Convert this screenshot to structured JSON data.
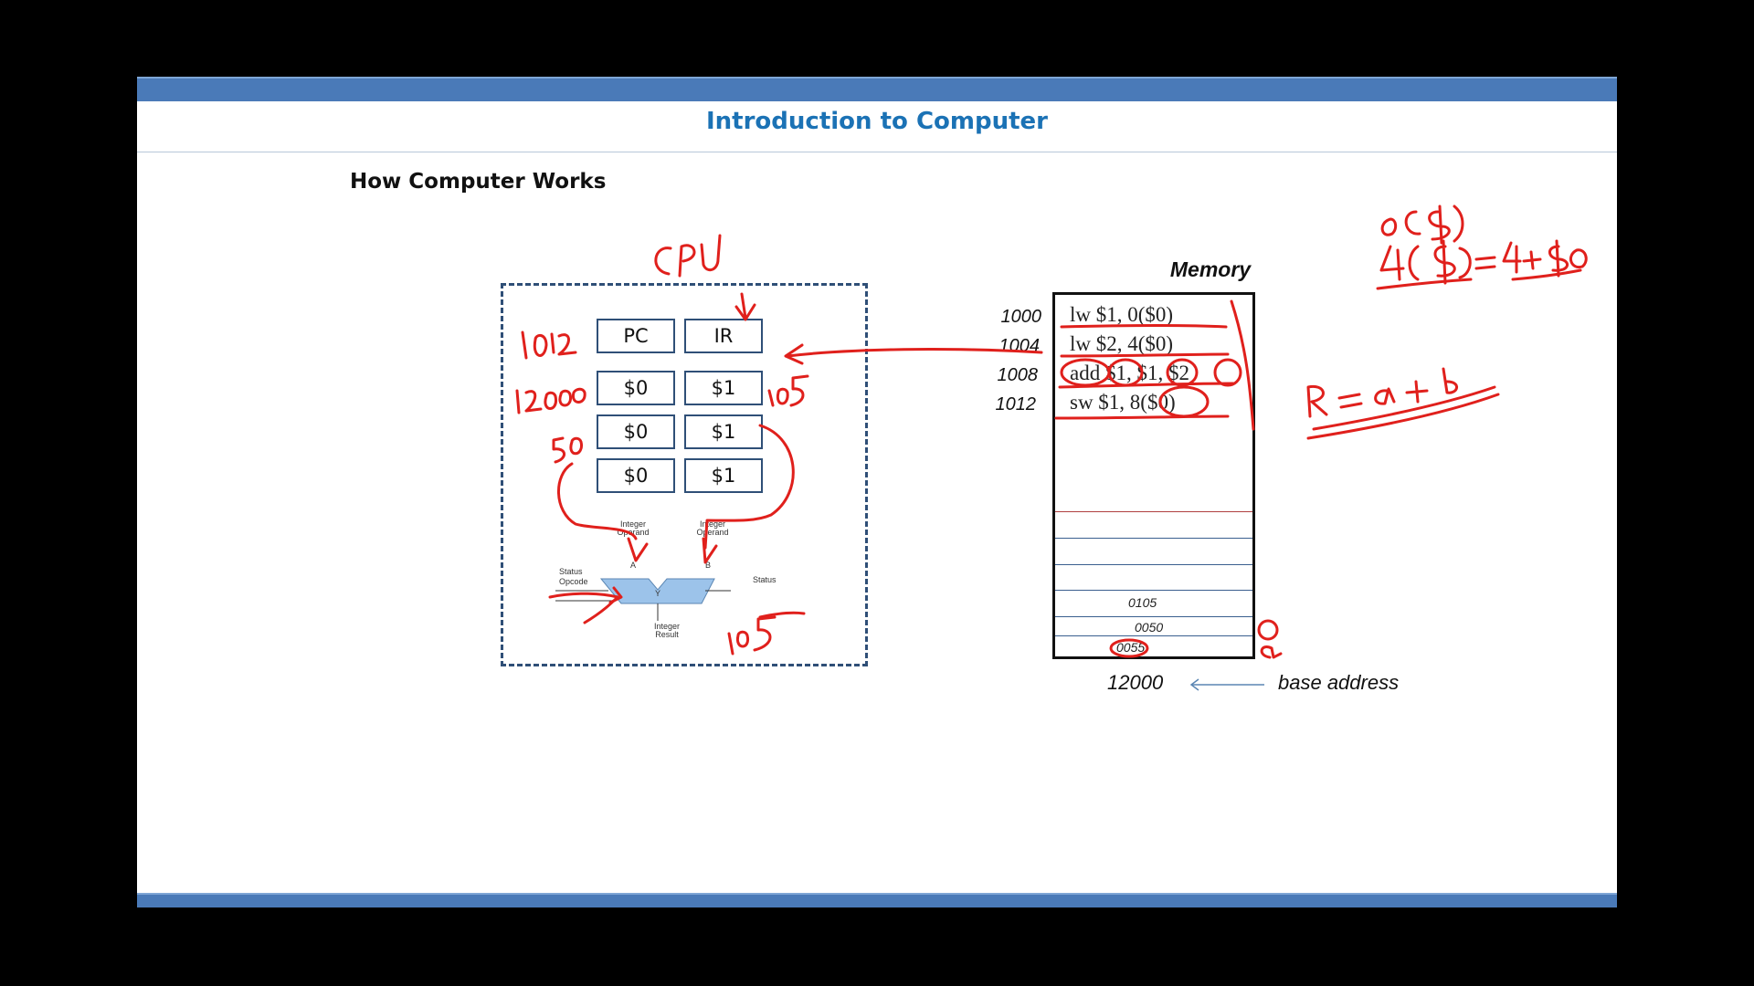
{
  "slide": {
    "title": "Introduction to Computer",
    "subtitle": "How Computer Works"
  },
  "cpu": {
    "registers": [
      {
        "label": "PC"
      },
      {
        "label": "IR"
      },
      {
        "label": "$0"
      },
      {
        "label": "$1"
      },
      {
        "label": "$0"
      },
      {
        "label": "$1"
      },
      {
        "label": "$0"
      },
      {
        "label": "$1"
      }
    ],
    "alu": {
      "operand_a": "Integer Operand",
      "operand_b": "Integer Operand",
      "status_in": "Status",
      "opcode": "Opcode",
      "status_out": "Status",
      "port_a": "A",
      "port_b": "B",
      "port_y": "Y",
      "result": "Integer Result"
    }
  },
  "memory": {
    "title": "Memory",
    "instructions": [
      {
        "address": "1000",
        "code": "lw $1, 0($0)"
      },
      {
        "address": "1004",
        "code": "lw $2, 4($0)"
      },
      {
        "address": "1008",
        "code": "add $1, $1, $2"
      },
      {
        "address": "1012",
        "code": "sw $1, 8($0)"
      }
    ],
    "data_cells": [
      "0105",
      "0050",
      "0055"
    ],
    "base_address": "12000",
    "base_label": "base address"
  },
  "colors": {
    "accent_bar": "#4a7ab8",
    "title": "#1b72b5",
    "annotation_ink": "#e0201c",
    "alu_fill": "#9cc3ea"
  }
}
